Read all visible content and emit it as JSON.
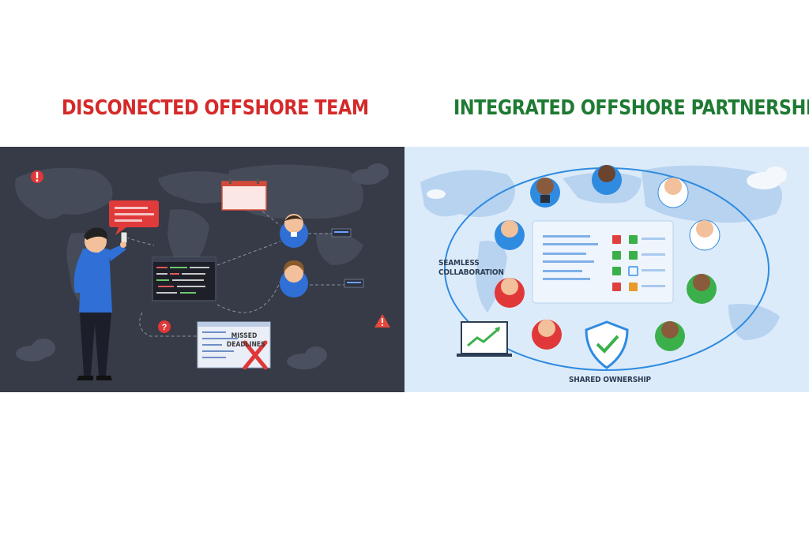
{
  "left": {
    "title": "DISCONECTED OFFSHORE TEAM",
    "missed_line1": "MISSED",
    "missed_line2": "DEADLINES",
    "colors": {
      "title": "#d42a2a",
      "background": "#363b47"
    },
    "icons": [
      "alert-icon",
      "question-icon",
      "warning-triangle-icon",
      "red-x-icon",
      "cloud-icon",
      "calendar-icon"
    ]
  },
  "right": {
    "title": "INTEGRATED OFFSHORE PARTNERSHIP",
    "seamless_line1": "SEAMLESS",
    "seamless_line2": "COLLABORATION",
    "shared_label": "SHARED OWNERSHIP",
    "colors": {
      "title": "#1e7a32",
      "background": "#dcebfa"
    },
    "icons": [
      "shield-check-icon",
      "checkbox-icon",
      "trend-chart-icon",
      "cloud-icon"
    ]
  }
}
